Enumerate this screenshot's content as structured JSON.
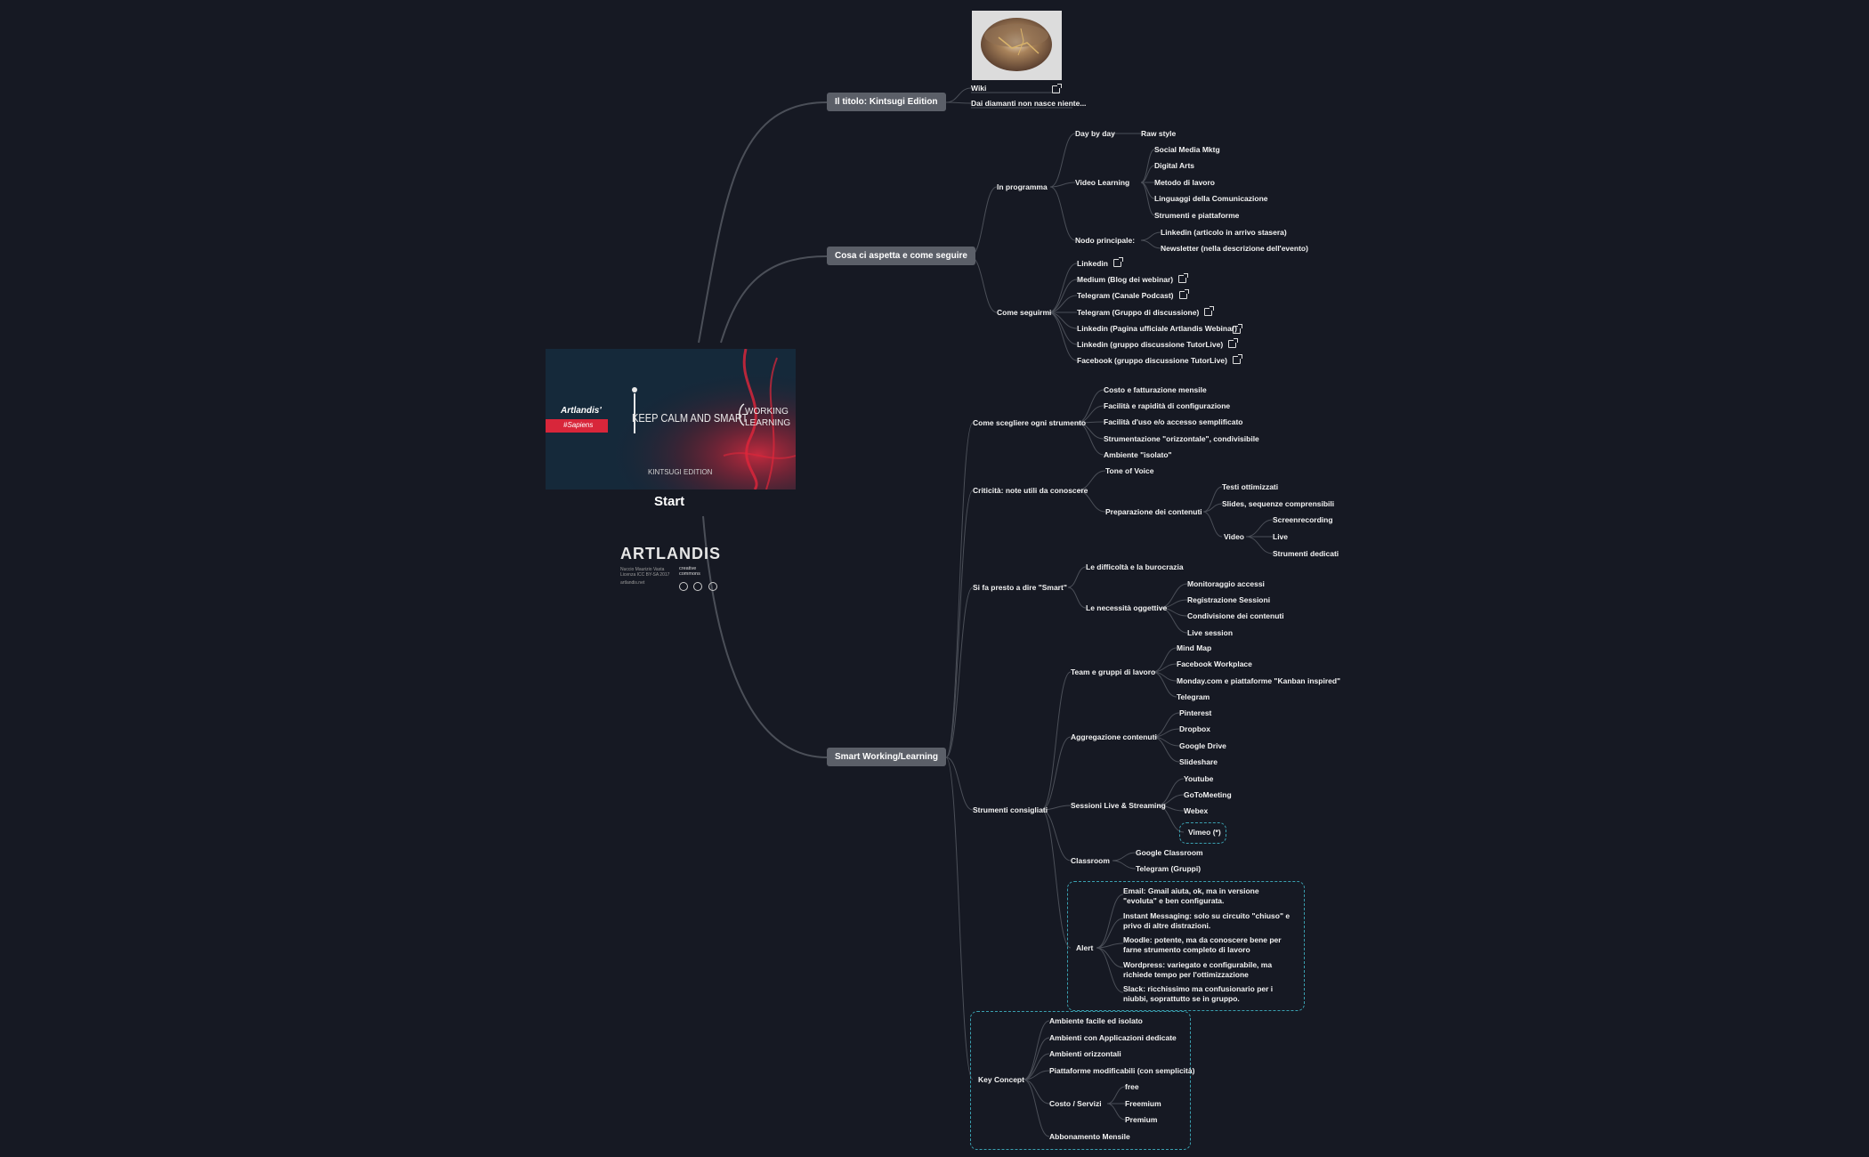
{
  "banner": {
    "brand": "Artlandis'",
    "hashtag": "#Sapiens",
    "headline": "KEEP CALM AND SMART",
    "working": "WORKING",
    "learning": "LEARNING",
    "footer": "KINTSUGI EDITION"
  },
  "central": {
    "label": "Start"
  },
  "logo": {
    "name": "ARTLANDIS",
    "credit_1": "Nuccio Maurizio Vasta",
    "credit_2": "Licenza ICC BY-SA 2017",
    "site": "artlandis.net",
    "cc": "creative commons"
  },
  "branches": {
    "titolo": {
      "label": "Il titolo: Kintsugi Edition",
      "wiki": "Wiki",
      "diamanti": "Dai diamanti non nasce niente..."
    },
    "cosa": {
      "label": "Cosa ci aspetta e come seguire",
      "in_programma": "In programma",
      "day_by_day": "Day by day",
      "raw_style": "Raw style",
      "video_learning": "Video Learning",
      "vl_items": [
        "Social Media Mktg",
        "Digital Arts",
        "Metodo di lavoro",
        "Linguaggi della Comunicazione",
        "Strumenti e piattaforme"
      ],
      "nodo": "Nodo principale:",
      "nodo_items": [
        "Linkedin (articolo in arrivo stasera)",
        "Newsletter (nella descrizione dell'evento)"
      ],
      "come_seguirmi": "Come seguirmi",
      "seguirmi_items": [
        "Linkedin",
        "Medium (Blog dei webinar)",
        "Telegram (Canale Podcast)",
        "Telegram (Gruppo di discussione)",
        "Linkedin (Pagina ufficiale Artlandis Webinar)",
        "Linkedin (gruppo discussione TutorLive)",
        "Facebook (gruppo discussione TutorLive)"
      ]
    },
    "smart": {
      "label": "Smart Working/Learning",
      "scegliere": "Come scegliere ogni strumento",
      "scegliere_items": [
        "Costo e fatturazione mensile",
        "Facilità e rapidità di configurazione",
        "Facilità d'uso e/o accesso semplificato",
        "Strumentazione \"orizzontale\", condivisibile",
        "Ambiente \"isolato\""
      ],
      "criticita": "Criticità: note utili da conoscere",
      "tone": "Tone of Voice",
      "preparazione": "Preparazione dei contenuti",
      "testi": "Testi ottimizzati",
      "slides": "Slides, sequenze comprensibili",
      "video": "Video",
      "video_items": [
        "Screenrecording",
        "Live",
        "Strumenti dedicati"
      ],
      "presto": "Si fa presto a dire \"Smart\"",
      "difficolta": "Le difficoltà e la burocrazia",
      "necessita": "Le necessità oggettive",
      "necessita_items": [
        "Monitoraggio accessi",
        "Registrazione Sessioni",
        "Condivisione dei contenuti",
        "Live session"
      ],
      "strumenti": "Strumenti consigliati",
      "team": "Team e gruppi di lavoro",
      "team_items": [
        "Mind Map",
        "Facebook Workplace",
        "Monday.com e piattaforme \"Kanban inspired\"",
        "Telegram"
      ],
      "aggregazione": "Aggregazione contenuti",
      "aggregazione_items": [
        "Pinterest",
        "Dropbox",
        "Google Drive",
        "Slideshare"
      ],
      "sessioni": "Sessioni Live & Streaming",
      "sessioni_items": [
        "Youtube",
        "GoToMeeting",
        "Webex",
        "Vimeo (*)"
      ],
      "classroom": "Classroom",
      "classroom_items": [
        "Google Classroom",
        "Telegram (Gruppi)"
      ],
      "alert": "Alert",
      "alert_items": [
        "Email: Gmail aiuta, ok, ma in versione \"evoluta\" e ben configurata.",
        "Instant Messaging: solo su circuito \"chiuso\" e privo di altre distrazioni.",
        "Moodle: potente, ma da conoscere bene per farne strumento completo di lavoro",
        "Wordpress: variegato e configurabile, ma richiede tempo per l'ottimizzazione",
        "Slack: ricchissimo ma confusionario per i niubbi, soprattutto se in gruppo."
      ],
      "key": "Key Concept",
      "key_items": [
        "Ambiente facile ed isolato",
        "Ambienti con Applicazioni dedicate",
        "Ambienti orizzontali",
        "Piattaforme modificabili (con semplicità)"
      ],
      "costo": "Costo / Servizi",
      "costo_items": [
        "free",
        "Freemium",
        "Premium"
      ],
      "abbonamento": "Abbonamento Mensile"
    }
  },
  "colors": {
    "background": "#161923",
    "line": "#4b4f58",
    "main_topic": "#5b5f68",
    "boundary": "#3aa0b0",
    "banner_red": "#d8263a"
  }
}
